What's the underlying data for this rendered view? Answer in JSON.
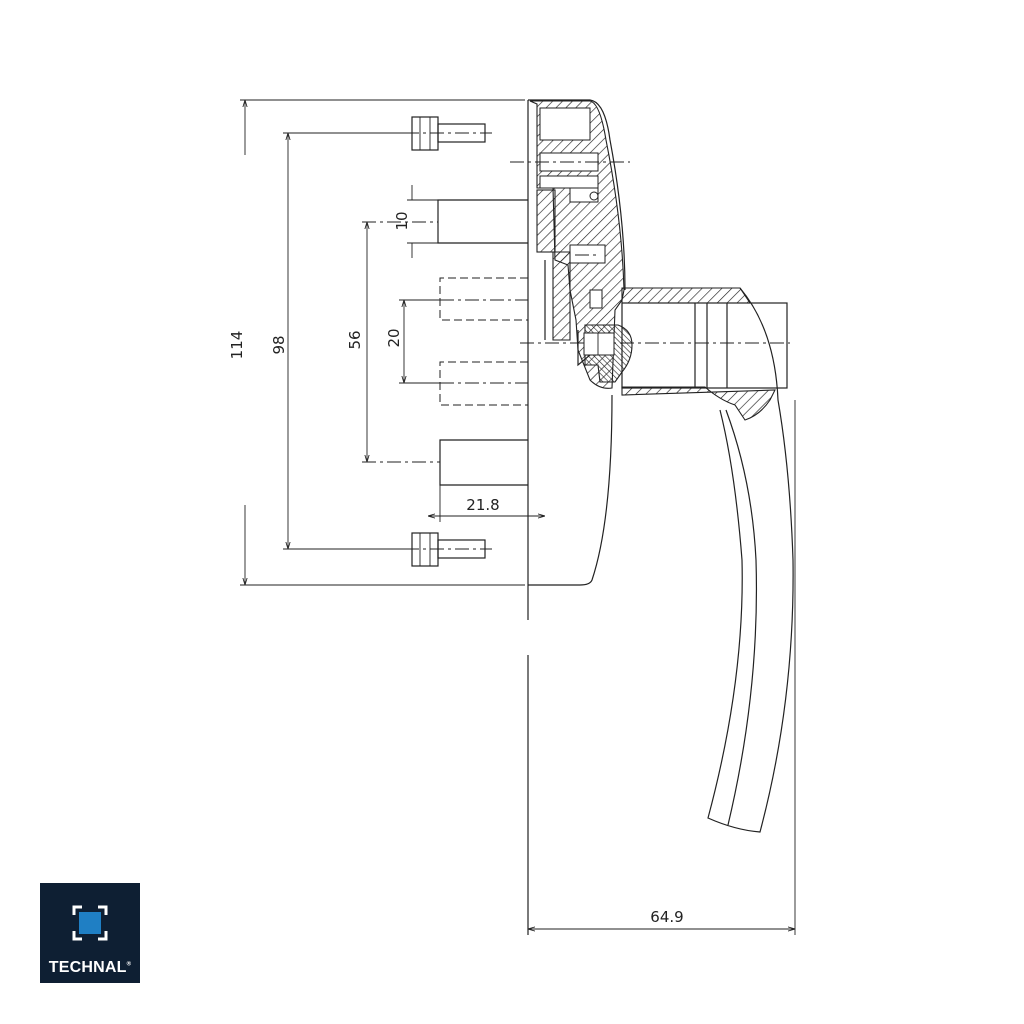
{
  "drawing": {
    "dimensions": {
      "overall_height": "114",
      "screw_spacing": "98",
      "pin_spacing": "56",
      "hidden_pin_spacing": "20",
      "pin_diameter": "10",
      "pin_length": "21.8",
      "handle_depth": "64.9"
    }
  },
  "logo": {
    "text": "TECHNAL",
    "mark": "®",
    "background": "#0e1f33",
    "accent": "#1f7fc4"
  }
}
